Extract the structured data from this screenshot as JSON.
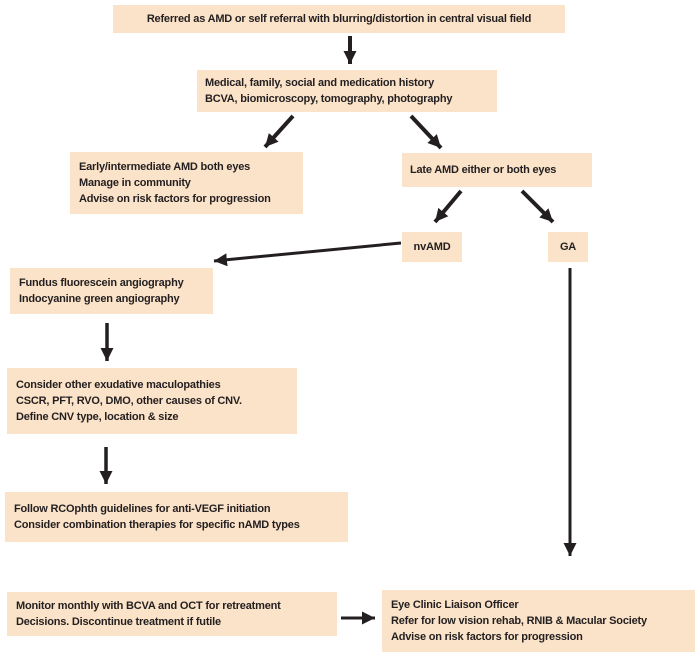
{
  "palette": {
    "page_bg": "#ffffff",
    "box_bg": "#fbe3c9",
    "text": "#231f20",
    "arrow": "#231f20"
  },
  "nodes": {
    "referral": {
      "lines": [
        "Referred as AMD or self referral with blurring/distortion in central visual field"
      ]
    },
    "history": {
      "lines": [
        "Medical, family, social and medication history",
        "BCVA, biomicroscopy, tomography, photography"
      ]
    },
    "early": {
      "lines": [
        "Early/intermediate AMD both eyes",
        "Manage in community",
        "Advise on risk factors for progression"
      ]
    },
    "late": {
      "lines": [
        "Late AMD either or both eyes"
      ]
    },
    "nvamd": {
      "lines": [
        "nvAMD"
      ]
    },
    "ga": {
      "lines": [
        "GA"
      ]
    },
    "angiography": {
      "lines": [
        "Fundus fluorescein angiography",
        "Indocyanine green angiography"
      ]
    },
    "maculopathies": {
      "lines": [
        "Consider other exudative maculopathies",
        "CSCR, PFT, RVO, DMO, other causes of CNV.",
        "Define CNV type, location & size"
      ]
    },
    "guidelines": {
      "lines": [
        "Follow RCOphth guidelines for anti-VEGF initiation",
        "Consider combination therapies for specific nAMD types"
      ]
    },
    "monitor": {
      "lines": [
        "Monitor monthly with BCVA and OCT for retreatment",
        "Decisions. Discontinue treatment if futile"
      ]
    },
    "liaison": {
      "lines": [
        "Eye Clinic Liaison Officer",
        "Refer for low vision rehab, RNIB & Macular Society",
        "Advise on risk factors for progression"
      ]
    }
  },
  "edges": [
    {
      "from": "referral",
      "to": "history"
    },
    {
      "from": "history",
      "to": "early"
    },
    {
      "from": "history",
      "to": "late"
    },
    {
      "from": "late",
      "to": "nvamd"
    },
    {
      "from": "late",
      "to": "ga"
    },
    {
      "from": "nvamd",
      "to": "angiography"
    },
    {
      "from": "angiography",
      "to": "maculopathies"
    },
    {
      "from": "maculopathies",
      "to": "guidelines"
    },
    {
      "from": "monitor",
      "to": "liaison"
    },
    {
      "from": "ga",
      "to": "liaison"
    }
  ]
}
